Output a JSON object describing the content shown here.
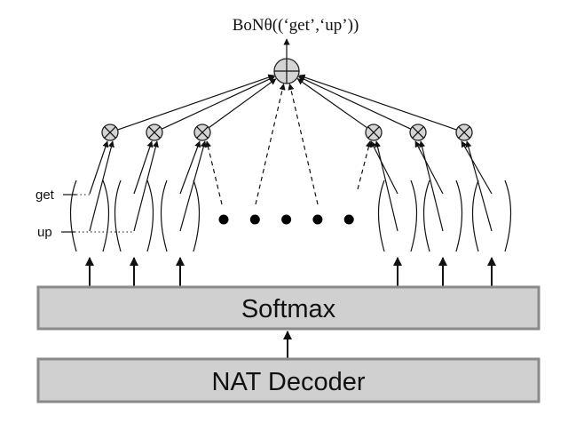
{
  "title": "BoNθ((‘get’,‘up’))",
  "boxes": {
    "softmax": "Softmax",
    "decoder": "NAT Decoder"
  },
  "token_labels": [
    "get",
    "up"
  ],
  "nodes": {
    "aggregate": "plus-circle-icon",
    "positions": "multiply-circle-icon",
    "left_position_count": 3,
    "right_position_count": 3,
    "ellipsis_dot_count": 5
  }
}
